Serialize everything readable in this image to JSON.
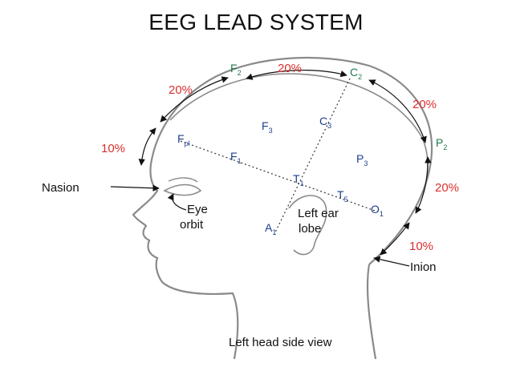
{
  "title": "EEG LEAD SYSTEM",
  "percentages": {
    "top_center": "20%",
    "left_upper": "20%",
    "left_lower": "10%",
    "right_upper": "20%",
    "right_middle": "20%",
    "right_lower": "10%"
  },
  "electrodes": {
    "f2": "F",
    "f2_sub": "2",
    "c2": "C",
    "c2_sub": "2",
    "p2": "P",
    "p2_sub": "2",
    "f3": "F",
    "f3_sub": "3",
    "c3": "C",
    "c3_sub": "3",
    "p3": "P",
    "p3_sub": "3",
    "fp1": "F",
    "fp1_sub": "pl",
    "f1": "F",
    "f1_sub": "1",
    "t1": "T",
    "t1_sub": "1",
    "t5": "T",
    "t5_sub": "5",
    "o1": "O",
    "o1_sub": "1",
    "a1": "A",
    "a1_sub": "1"
  },
  "labels": {
    "nasion": "Nasion",
    "inion": "Inion",
    "eye": "Eye",
    "orbit": "orbit",
    "left_ear": "Left ear",
    "lobe": "lobe",
    "caption": "Left head side view"
  },
  "colors": {
    "percent": "#d9302f",
    "electrode_green": "#1f7a4d",
    "electrode_blue": "#1e3f8f",
    "outline": "#8a8a8a"
  }
}
